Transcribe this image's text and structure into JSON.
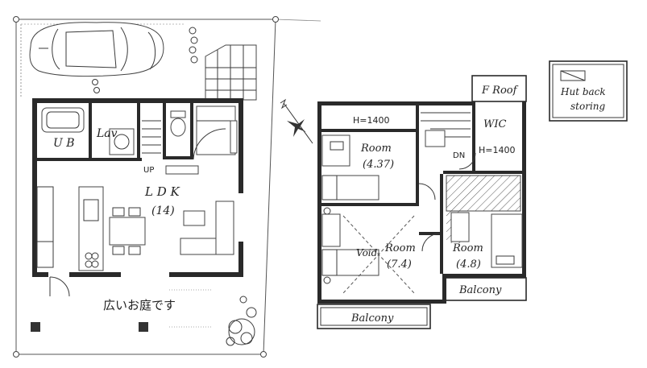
{
  "colors": {
    "wall": "#2a2a2a",
    "line": "#3a3a3a",
    "paper": "#ffffff",
    "hatch": "#555555"
  },
  "first_floor": {
    "ub_label": "U B",
    "lav_label": "Lav",
    "up_label": "UP",
    "ldk_label": "L D K",
    "ldk_size": "(14)",
    "garden_label": "広いお庭です"
  },
  "second_floor": {
    "froof_label": "F Roof",
    "h1400_left": "H=1400",
    "room_a_label": "Room",
    "room_a_size": "(4.37)",
    "wic_label": "WIC",
    "h1400_right": "H=1400",
    "dn_label": "DN",
    "void_label": "Void",
    "room_b_label": "Room",
    "room_b_size": "(7.4)",
    "room_c_label": "Room",
    "room_c_size": "(4.8)",
    "balcony_right": "Balcony",
    "balcony_bottom": "Balcony"
  },
  "storage": {
    "line1": "Hut back",
    "line2": "storing"
  },
  "icons": [
    "car-icon",
    "compass-icon",
    "tree-icon",
    "bathtub-icon",
    "toilet-icon",
    "sink-icon"
  ]
}
